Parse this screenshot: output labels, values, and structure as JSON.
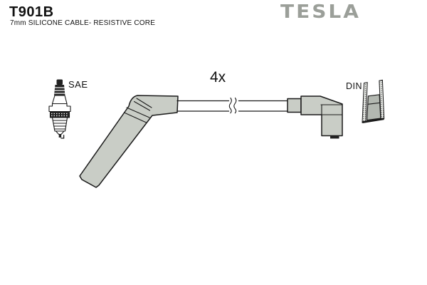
{
  "header": {
    "part_number": "T901B",
    "subtitle": "7mm SILICONE CABLE- RESISTIVE CORE",
    "brand": "TESLA"
  },
  "diagram": {
    "quantity_label": "4x",
    "plug_end_label": "SAE",
    "distributor_end_label": "DIN",
    "icons": {
      "spark_plug": "spark-plug-icon",
      "cable_break": "break-mark-icon"
    }
  },
  "colors": {
    "boot_gray": "#c9cdc6",
    "insert_gray": "#b3b8b1",
    "plug_dark": "#222222",
    "brand_gray": "#9b9f99",
    "outline": "#1a1a1a",
    "background": "#ffffff"
  }
}
